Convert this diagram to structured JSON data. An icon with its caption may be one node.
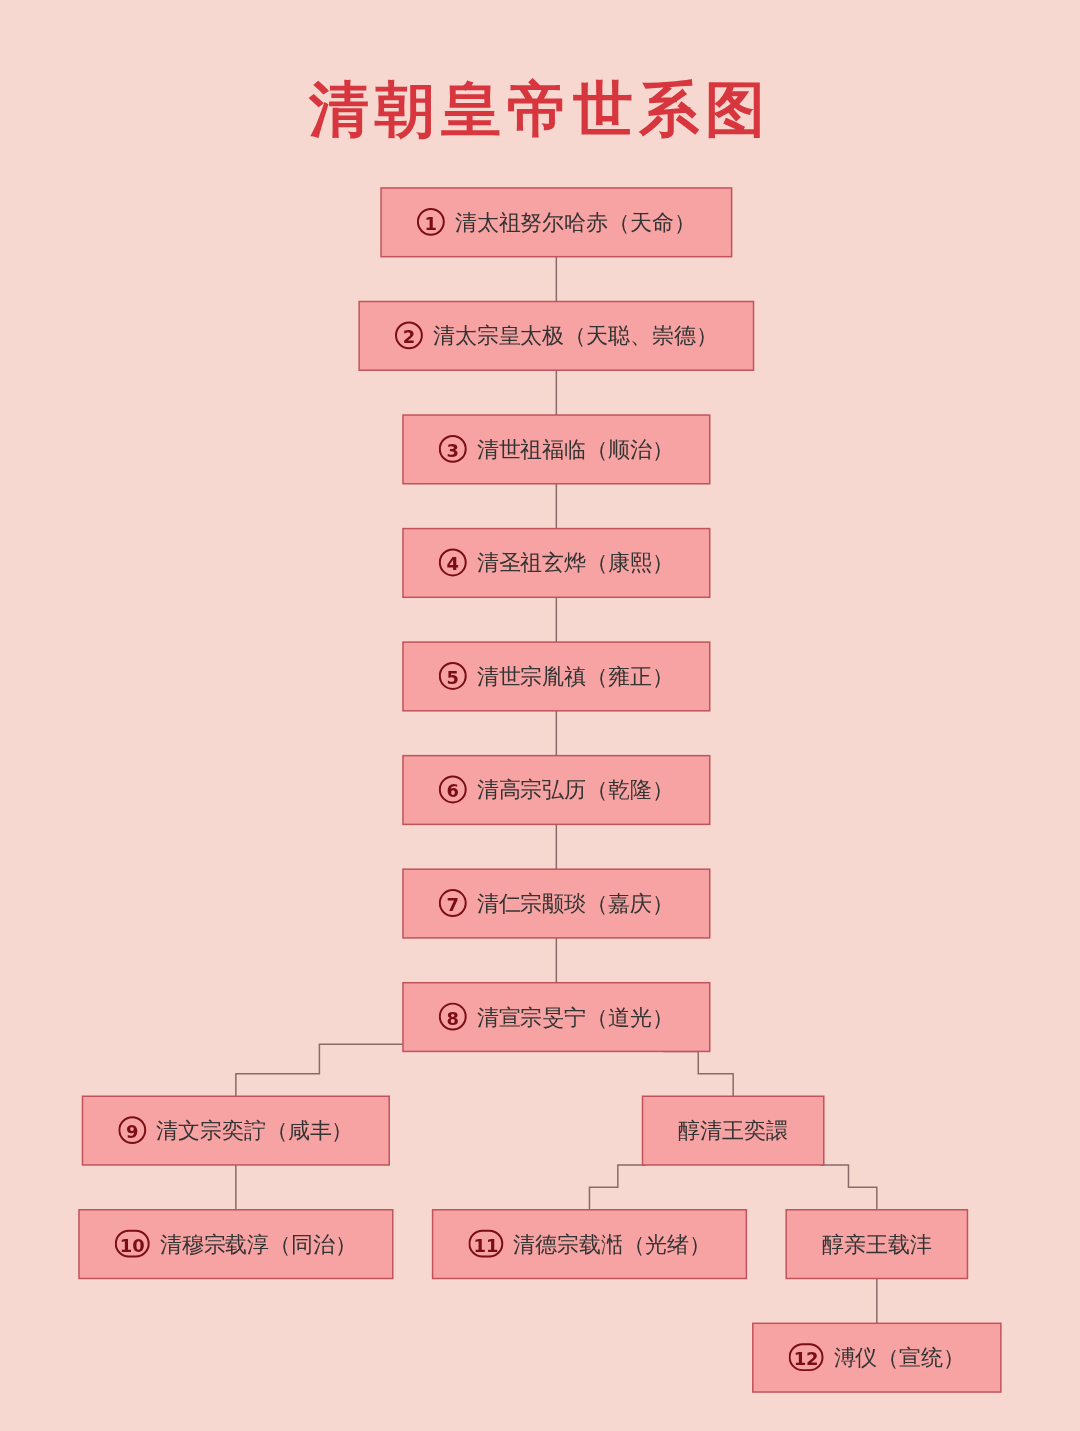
{
  "diagram": {
    "title": "清朝皇帝世系图",
    "nodes": [
      {
        "text": [
          "1",
          "清太祖努尔哈赤（天命）"
        ]
      },
      {
        "text": [
          "2",
          "清太宗皇太极（天聪、崇德）"
        ]
      },
      {
        "text": [
          "3",
          "清世祖福临（顺治）"
        ]
      },
      {
        "text": [
          "4",
          "清圣祖玄烨（康熙）"
        ]
      },
      {
        "text": [
          "5",
          "清世宗胤禛（雍正）"
        ]
      },
      {
        "text": [
          "6",
          "清高宗弘历（乾隆）"
        ]
      },
      {
        "text": [
          "7",
          "清仁宗颙琰（嘉庆）"
        ]
      },
      {
        "text": [
          "8",
          "清宣宗旻宁（道光）"
        ]
      },
      {
        "text": [
          "9",
          "清文宗奕詝（咸丰）"
        ]
      },
      {
        "text": [
          "醇清王奕譞"
        ]
      },
      {
        "text": [
          "10",
          "清穆宗载淳（同治）"
        ]
      },
      {
        "text": [
          "11",
          "清德宗载湉（光绪）"
        ]
      },
      {
        "text": [
          "醇亲王载沣"
        ]
      },
      {
        "text": [
          "12",
          "溥仪（宣统）"
        ]
      }
    ],
    "edges": [
      {
        "from": 0,
        "to": 1,
        "arrow": "none"
      },
      {
        "from": 1,
        "to": 2,
        "arrow": "none"
      },
      {
        "from": 2,
        "to": 3,
        "arrow": "none"
      },
      {
        "from": 3,
        "to": 4,
        "arrow": "none"
      },
      {
        "from": 4,
        "to": 5,
        "arrow": "none"
      },
      {
        "from": 5,
        "to": 6,
        "arrow": "none"
      },
      {
        "from": 6,
        "to": 7,
        "arrow": "none"
      },
      {
        "from": 7,
        "to": 8,
        "arrow": "none"
      },
      {
        "from": 7,
        "to": 9,
        "arrow": "none"
      },
      {
        "from": 8,
        "to": 10,
        "arrow": "none"
      },
      {
        "from": 9,
        "to": 11,
        "arrow": "none"
      },
      {
        "from": 9,
        "to": 12,
        "arrow": "none"
      },
      {
        "from": 12,
        "to": 13,
        "arrow": "none"
      }
    ]
  }
}
